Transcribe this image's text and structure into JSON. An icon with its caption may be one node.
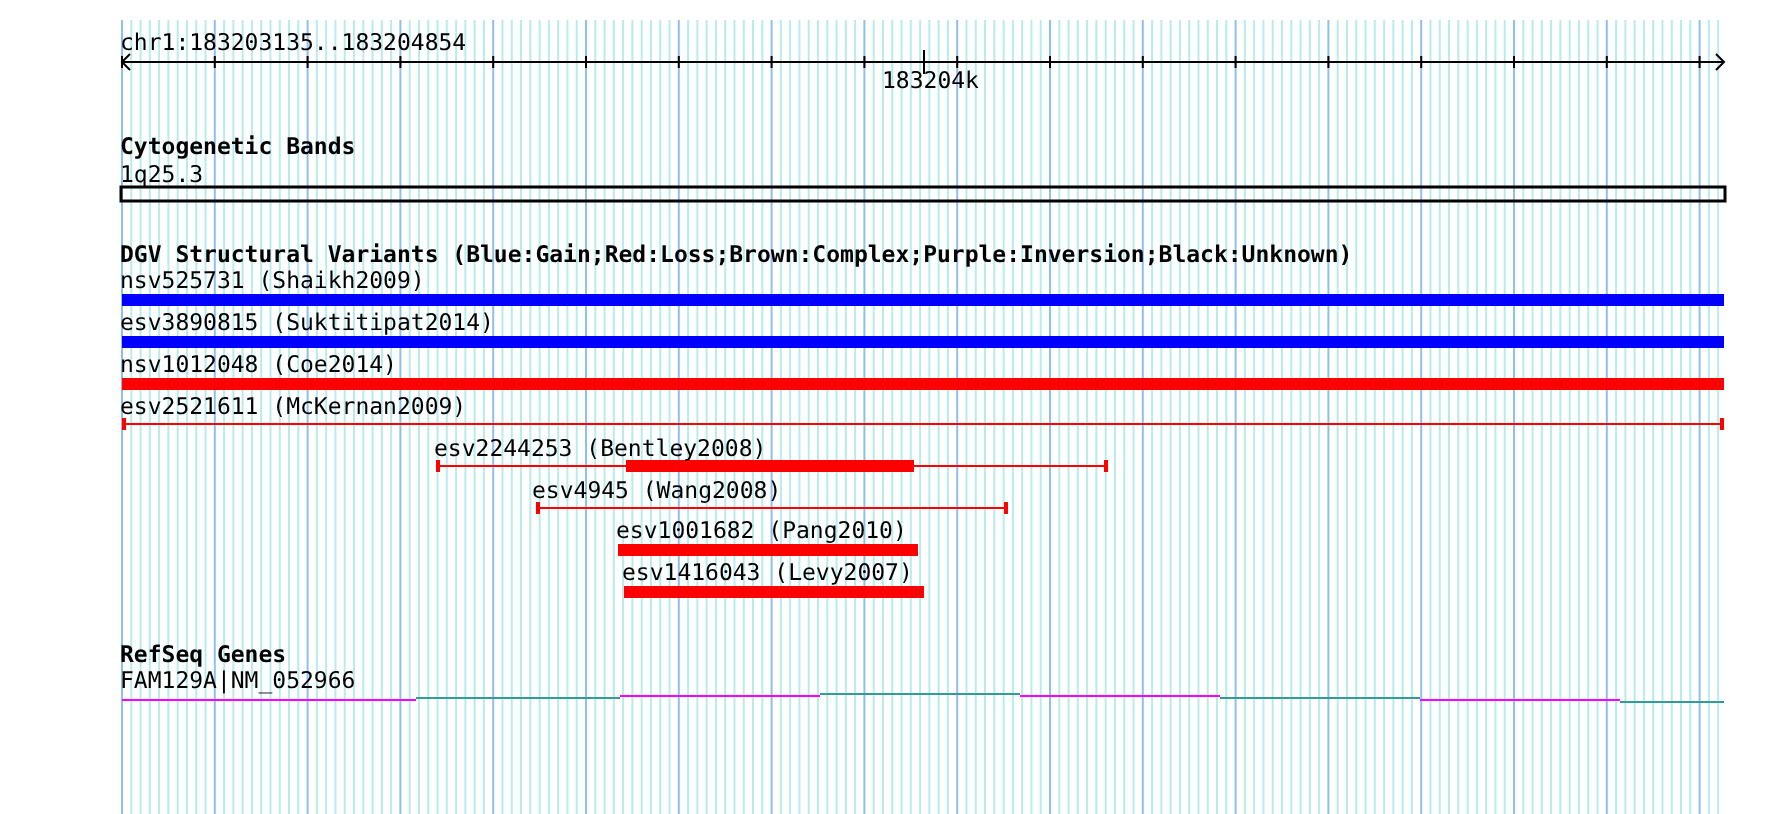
{
  "diagram": {
    "nodes": [
      {
        "text": [
          "1q25.3"
        ]
      },
      {
        "text": [
          "nsv525731 (Shaikh2009)"
        ]
      },
      {
        "text": [
          "esv3890815 (Suktitipat2014)"
        ]
      },
      {
        "text": [
          "nsv1012048 (Coe2014)"
        ]
      },
      {
        "text": [
          "esv2521611 (McKernan2009)"
        ]
      },
      {
        "text": [
          "esv2244253 (Bentley2008)"
        ]
      },
      {
        "text": [
          "esv4945 (Wang2008)"
        ]
      },
      {
        "text": [
          "esv1001682 (Pang2010)"
        ]
      },
      {
        "text": [
          "esv1416043 (Levy2007)"
        ]
      },
      {
        "text": [
          "FAM129A|NM_052966"
        ]
      }
    ],
    "labels": [
      "chr1:183203135..183204854",
      "183204k",
      "Cytogenetic Bands",
      "DGV Structural Variants (Blue:Gain;Red:Loss;Brown:Complex;Purple:Inversion;Black:Unknown)",
      "RefSeq Genes"
    ]
  }
}
